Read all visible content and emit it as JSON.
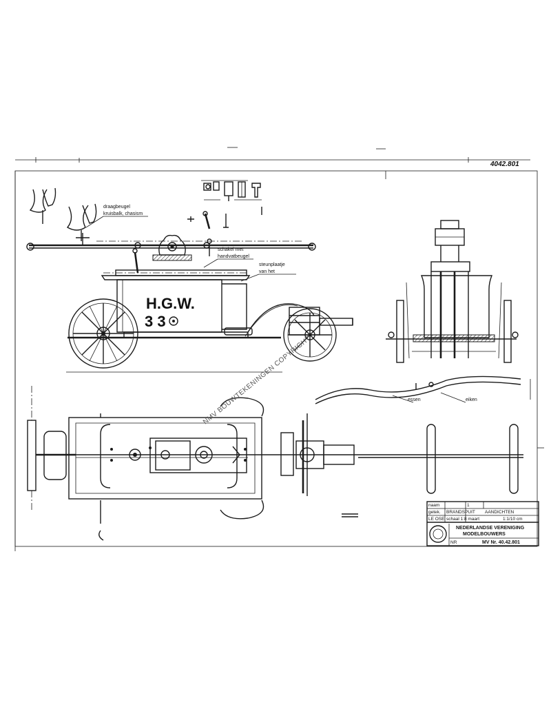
{
  "drawing_number_handwritten": "4042.801",
  "labels": {
    "trekstang": "draagbeugel",
    "trekstang_sub": "kruisbalk, chasism",
    "schakel": "schakel met",
    "schakel_sub": "handvatbeugel",
    "steun": "steunplaatje",
    "steun_sub": "van het",
    "rail_left": "essen",
    "rail_right": "eiken"
  },
  "body_lettering": {
    "line1": "H.G.W.",
    "line2": "3   3"
  },
  "watermark": "NMV BOUWTEKENINGEN COPYRIGHT",
  "title_block": {
    "row1_left": "naam",
    "row1_mid": "1",
    "row1_right": "AANDICHTEN",
    "row2_left": "getek.",
    "row2_mid": "schaal 1:8 maart",
    "row2_right": "1:1/10 cm",
    "row3_left": "LE OSE",
    "row3_mid": "BRANDSPUIT",
    "org_line1": "NEDERLANDSE VERENIGING",
    "org_line2": "MODELBOUWERS",
    "number_prefix": "NR",
    "number": "MV Nr. 40.42.801"
  }
}
